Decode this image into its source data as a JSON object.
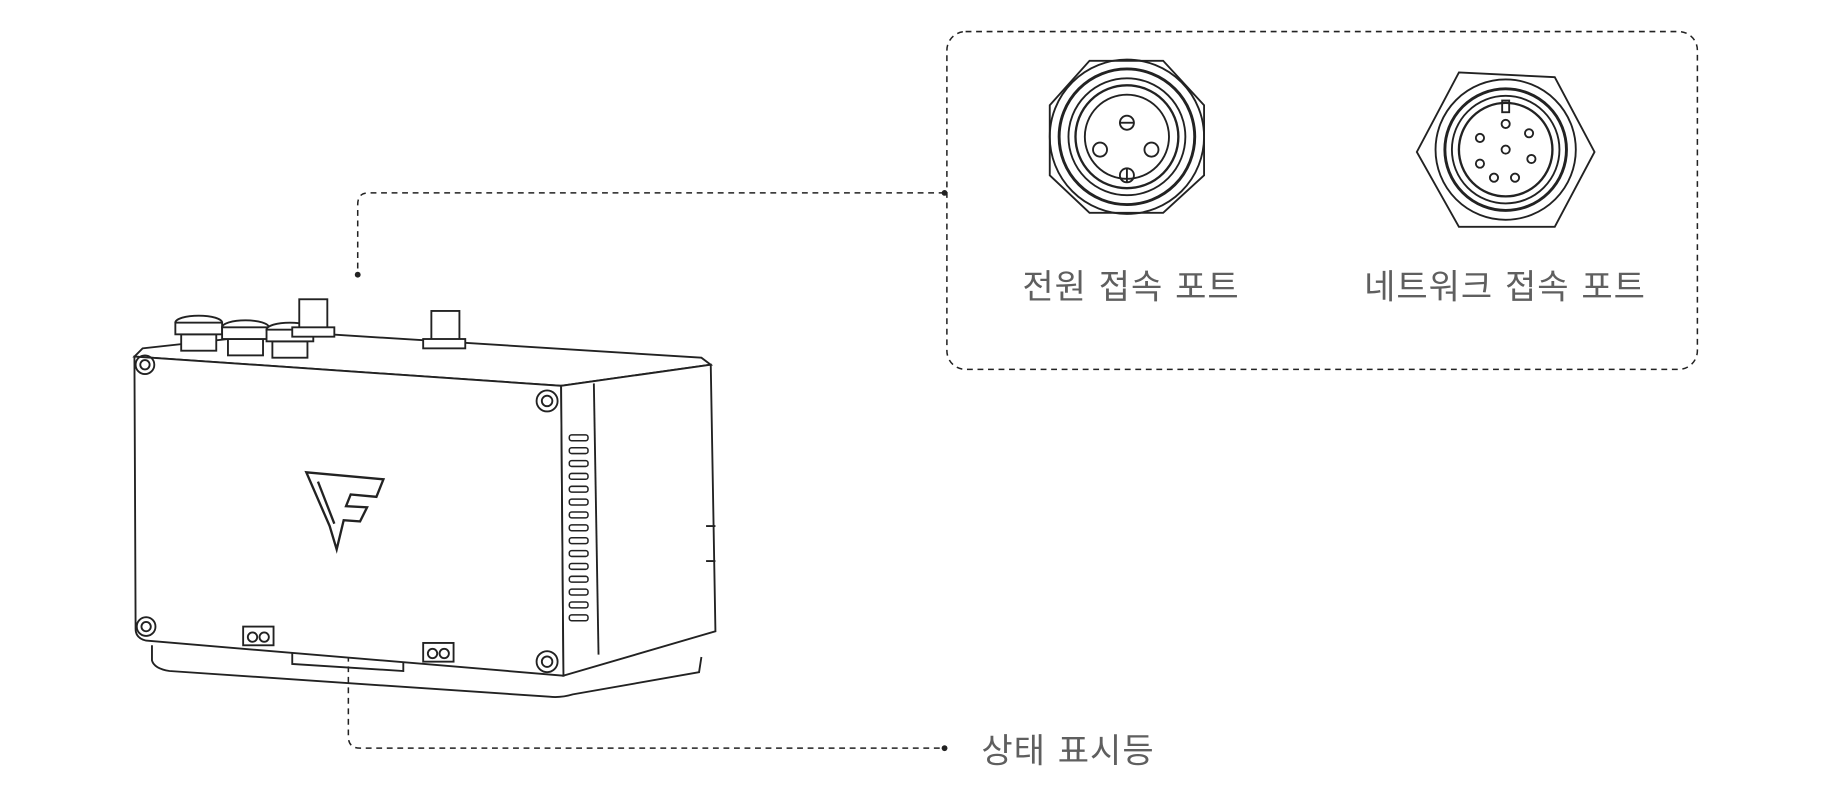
{
  "callouts": {
    "power_port": "전원 접속 포트",
    "network_port": "네트워크 접속 포트",
    "status_indicator": "상태 표시등"
  },
  "colors": {
    "line": "#222222",
    "label": "#5f5f5f"
  }
}
